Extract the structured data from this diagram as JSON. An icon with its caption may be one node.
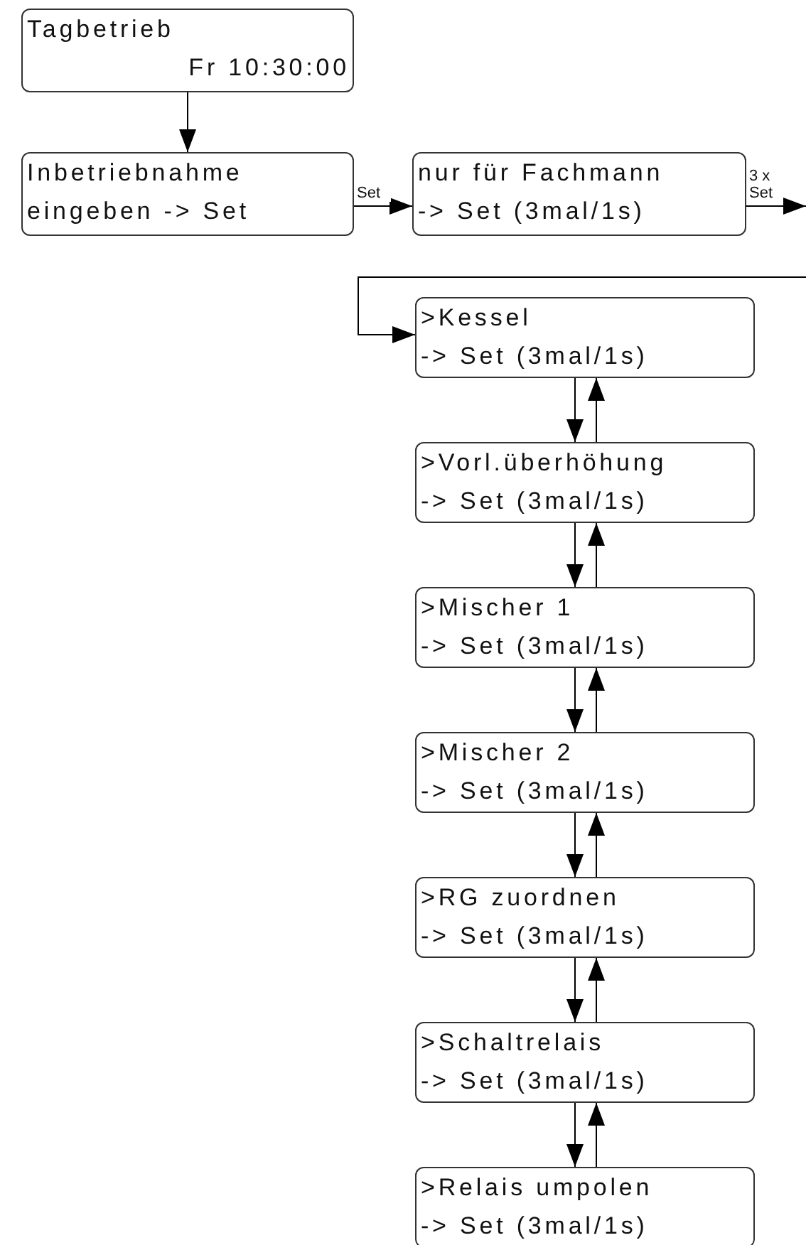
{
  "diagram": {
    "nodes": [
      {
        "text": [
          "Tagbetrieb",
          "Fr 10:30:00"
        ]
      },
      {
        "text": [
          "Inbetriebnahme",
          "eingeben -> Set"
        ]
      },
      {
        "text": [
          "nur für Fachmann",
          "-> Set (3mal/1s)"
        ]
      },
      {
        "text": [
          ">Kessel",
          "-> Set (3mal/1s)"
        ]
      },
      {
        "text": [
          ">Vorl.überhöhung",
          "-> Set (3mal/1s)"
        ]
      },
      {
        "text": [
          ">Mischer 1",
          "-> Set (3mal/1s)"
        ]
      },
      {
        "text": [
          ">Mischer 2",
          "-> Set (3mal/1s)"
        ]
      },
      {
        "text": [
          ">RG zuordnen",
          "-> Set (3mal/1s)"
        ]
      },
      {
        "text": [
          ">Schaltrelais",
          "-> Set (3mal/1s)"
        ]
      },
      {
        "text": [
          ">Relais umpolen",
          "-> Set (3mal/1s)"
        ]
      }
    ],
    "edges": [
      {
        "from": 0,
        "to": 1,
        "arrow": "to"
      },
      {
        "from": 1,
        "to": 2,
        "arrow": "to",
        "label": "Set"
      },
      {
        "from": 2,
        "to": null,
        "arrow": "to",
        "label": "3 x Set"
      },
      {
        "from": null,
        "to": 3,
        "arrow": "to"
      },
      {
        "from": 3,
        "to": 4,
        "arrow": "to"
      },
      {
        "from": 4,
        "to": 3,
        "arrow": "to"
      },
      {
        "from": 4,
        "to": 5,
        "arrow": "to"
      },
      {
        "from": 5,
        "to": 4,
        "arrow": "to"
      },
      {
        "from": 5,
        "to": 6,
        "arrow": "to"
      },
      {
        "from": 6,
        "to": 5,
        "arrow": "to"
      },
      {
        "from": 6,
        "to": 7,
        "arrow": "to"
      },
      {
        "from": 7,
        "to": 6,
        "arrow": "to"
      },
      {
        "from": 7,
        "to": 8,
        "arrow": "to"
      },
      {
        "from": 8,
        "to": 7,
        "arrow": "to"
      },
      {
        "from": 8,
        "to": 9,
        "arrow": "to"
      },
      {
        "from": 9,
        "to": 8,
        "arrow": "to"
      }
    ]
  }
}
